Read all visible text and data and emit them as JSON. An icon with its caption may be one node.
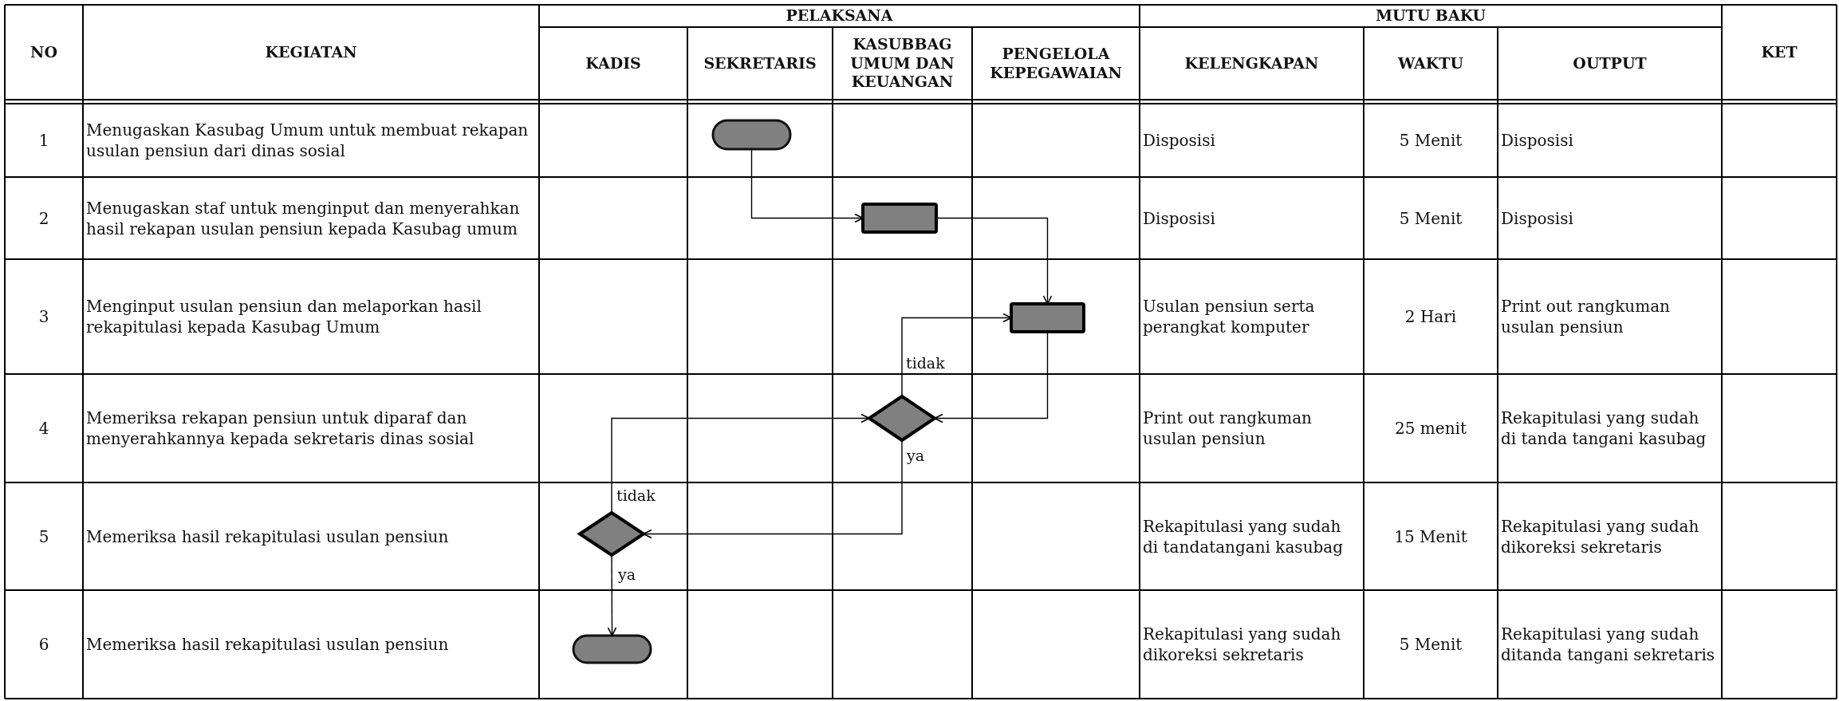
{
  "diagram": {
    "nodes": [
      {
        "text": [],
        "shape": "pill"
      },
      {
        "text": [],
        "shape": "box"
      },
      {
        "text": [],
        "shape": "box"
      },
      {
        "text": [],
        "shape": "diamond"
      },
      {
        "text": [],
        "shape": "diamond"
      },
      {
        "text": [],
        "shape": "pill"
      }
    ],
    "edges": [
      {
        "from": 0,
        "to": 1,
        "arrow": "to"
      },
      {
        "from": 1,
        "to": 2,
        "arrow": "to"
      },
      {
        "from": 2,
        "to": 3,
        "arrow": "to"
      },
      {
        "from": 3,
        "to": 2,
        "arrow": "to",
        "label": "tidak"
      },
      {
        "from": 3,
        "to": 4,
        "arrow": "to",
        "label": "ya"
      },
      {
        "from": 4,
        "to": 3,
        "arrow": "to",
        "label": "tidak"
      },
      {
        "from": 4,
        "to": 5,
        "arrow": "to",
        "label": "ya"
      }
    ],
    "labels": [
      "NO",
      "KEGIATAN",
      "PELAKSANA",
      "MUTU BAKU",
      "KET",
      "KADIS",
      "SEKRETARIS",
      "KASUBBAG UMUM DAN KEUANGAN",
      "PENGELOLA KEPEGAWAIAN",
      "KELENGKAPAN",
      "WAKTU",
      "OUTPUT",
      "1",
      "Menugaskan Kasubag Umum untuk membuat rekapan usulan pensiun dari dinas sosial",
      "Disposisi",
      "5 Menit",
      "Disposisi",
      "2",
      "Menugaskan staf untuk menginput dan menyerahkan hasil rekapan usulan pensiun kepada Kasubag umum",
      "Disposisi",
      "5 Menit",
      "Disposisi",
      "3",
      "Menginput usulan pensiun dan melaporkan hasil rekapitulasi kepada Kasubag Umum",
      "Usulan pensiun serta perangkat komputer",
      "2 Hari",
      "Print out rangkuman usulan pensiun",
      "4",
      "Memeriksa rekapan pensiun untuk diparaf dan menyerahkannya kepada sekretaris dinas sosial",
      "Print out rangkuman usulan pensiun",
      "25 menit",
      "Rekapitulasi yang sudah di tanda tangani kasubag",
      "5",
      "Memeriksa hasil rekapitulasi usulan pensiun",
      "Rekapitulasi yang sudah di tandatangani kasubag",
      "15 Menit",
      "Rekapitulasi yang sudah dikoreksi sekretaris",
      "6",
      "Memeriksa hasil rekapitulasi usulan pensiun",
      "Rekapitulasi yang sudah dikoreksi sekretaris",
      "5 Menit",
      "Rekapitulasi yang sudah ditanda tangani sekretaris"
    ]
  }
}
